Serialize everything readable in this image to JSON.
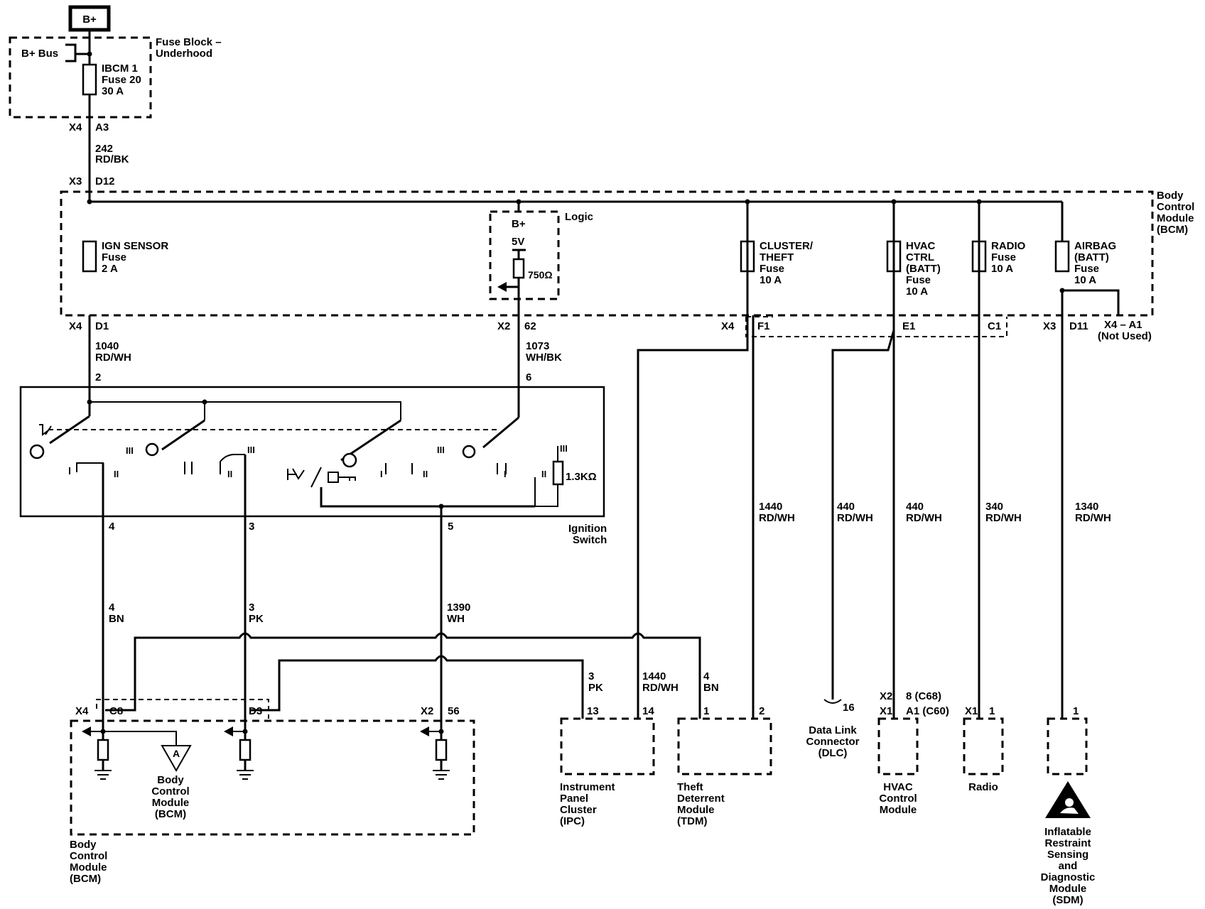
{
  "power_source": "B+",
  "fuse_block": {
    "title": [
      "Fuse Block –",
      "Underhood"
    ],
    "bus_label": "B+ Bus",
    "fuse": [
      "IBCM 1",
      "Fuse 20",
      "30 A"
    ],
    "conn": "X4",
    "pin": "A3"
  },
  "wire_242": [
    "242",
    "RD/BK"
  ],
  "bcm_top": {
    "conn": "X3",
    "pin": "D12",
    "title": [
      "Body",
      "Control",
      "Module",
      "(BCM)"
    ],
    "logic_label": "Logic",
    "logic_bplus": "B+",
    "logic_5v": "5V",
    "logic_resistor": "750Ω",
    "fuses": [
      {
        "lines": [
          "IGN SENSOR",
          "Fuse",
          "2 A"
        ]
      },
      {
        "lines": [
          "CLUSTER/",
          "THEFT",
          "Fuse",
          "10 A"
        ]
      },
      {
        "lines": [
          "HVAC",
          "CTRL",
          "(BATT)",
          "Fuse",
          "10 A"
        ]
      },
      {
        "lines": [
          "RADIO",
          "Fuse",
          "10 A"
        ]
      },
      {
        "lines": [
          "AIRBAG",
          "(BATT)",
          "Fuse",
          "10 A"
        ]
      }
    ],
    "outputs": [
      {
        "conn": "X4",
        "pin": "D1"
      },
      {
        "conn": "X2",
        "pin": "62"
      },
      {
        "conn": "X4",
        "pin": "F1"
      },
      {
        "conn": "",
        "pin": "E1"
      },
      {
        "conn": "",
        "pin": "C1"
      },
      {
        "conn": "X3",
        "pin": "D11"
      }
    ],
    "not_used": [
      "X4 – A1",
      "(Not Used)"
    ]
  },
  "wires_to_switch": [
    {
      "circuit": "1040",
      "color": "RD/WH"
    },
    {
      "circuit": "1073",
      "color": "WH/BK"
    }
  ],
  "ignition_switch": {
    "title": [
      "Ignition",
      "Switch"
    ],
    "pin_top_left": "2",
    "pin_top_right": "6",
    "pins_bottom": [
      "4",
      "3",
      "5"
    ],
    "resistor": "1.3KΩ",
    "pos_labels": {
      "p3": "III",
      "p2": "II",
      "p1": "I"
    }
  },
  "lower_wires": [
    {
      "circuit": "4",
      "color": "BN"
    },
    {
      "circuit": "3",
      "color": "PK"
    },
    {
      "circuit": "1390",
      "color": "WH"
    },
    {
      "circuit": "1440",
      "color": "RD/WH"
    },
    {
      "circuit": "440",
      "color": "RD/WH"
    },
    {
      "circuit": "440",
      "color": "RD/WH"
    },
    {
      "circuit": "340",
      "color": "RD/WH"
    },
    {
      "circuit": "1340",
      "color": "RD/WH"
    }
  ],
  "branch_wires": [
    {
      "circuit": "3",
      "color": "PK"
    },
    {
      "circuit": "1440",
      "color": "RD/WH"
    },
    {
      "circuit": "4",
      "color": "BN"
    }
  ],
  "bcm_bottom": {
    "pins": [
      {
        "conn": "X4",
        "pin": "C8"
      },
      {
        "conn": "",
        "pin": "D3"
      },
      {
        "conn": "X2",
        "pin": "56"
      }
    ],
    "ref_label": "A",
    "ref_text": [
      "Body",
      "Control",
      "Module",
      "(BCM)"
    ],
    "title": [
      "Body",
      "Control",
      "Module",
      "(BCM)"
    ]
  },
  "modules": {
    "ipc": {
      "pins": [
        "13",
        "14"
      ],
      "name": [
        "Instrument",
        "Panel",
        "Cluster",
        "(IPC)"
      ]
    },
    "tdm": {
      "pins": [
        "1",
        "2"
      ],
      "name": [
        "Theft",
        "Deterrent",
        "Module",
        "(TDM)"
      ]
    },
    "dlc": {
      "pin": "16",
      "name": [
        "Data Link",
        "Connector",
        "(DLC)"
      ]
    },
    "hvac": {
      "conn1": "X2",
      "pin1": "8 (C68)",
      "conn2": "X1",
      "pin2": "A1 (C60)",
      "name": [
        "HVAC",
        "Control",
        "Module"
      ]
    },
    "radio": {
      "conn": "X1",
      "pin": "1",
      "name": [
        "Radio"
      ]
    },
    "sdm": {
      "pin": "1",
      "name": [
        "Inflatable",
        "Restraint",
        "Sensing",
        "and",
        "Diagnostic",
        "Module",
        "(SDM)"
      ]
    }
  }
}
